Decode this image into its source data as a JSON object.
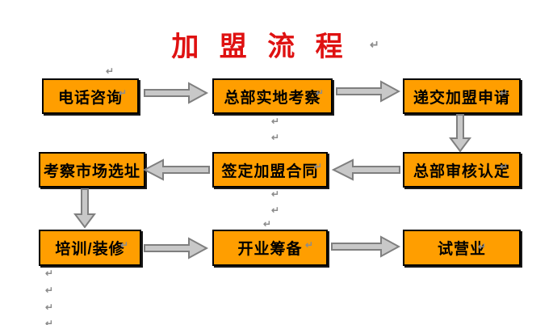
{
  "title": {
    "text": "加 盟 流 程"
  },
  "colors": {
    "background": "#ffffff",
    "title": "#df1111",
    "box_fill": "#ff9e00",
    "box_border": "#000000",
    "box_text": "#000000",
    "arrow_fill": "#c8c8c8",
    "arrow_border": "#7f7f7f",
    "mark": "#8c8c8c"
  },
  "icons": {
    "paragraph_mark": "↵"
  },
  "steps": [
    {
      "id": 1,
      "label": "电话咨询"
    },
    {
      "id": 2,
      "label": "总部实地考察"
    },
    {
      "id": 3,
      "label": "递交加盟申请"
    },
    {
      "id": 4,
      "label": "总部审核认定"
    },
    {
      "id": 5,
      "label": "签定加盟合同"
    },
    {
      "id": 6,
      "label": "考察市场选址"
    },
    {
      "id": 7,
      "label": "培训/装修"
    },
    {
      "id": 8,
      "label": "开业筹备"
    },
    {
      "id": 9,
      "label": "试营业"
    }
  ],
  "connections": [
    {
      "from": "电话咨询",
      "to": "总部实地考察",
      "direction": "right"
    },
    {
      "from": "总部实地考察",
      "to": "递交加盟申请",
      "direction": "right"
    },
    {
      "from": "递交加盟申请",
      "to": "总部审核认定",
      "direction": "down"
    },
    {
      "from": "总部审核认定",
      "to": "签定加盟合同",
      "direction": "left"
    },
    {
      "from": "签定加盟合同",
      "to": "考察市场选址",
      "direction": "left"
    },
    {
      "from": "考察市场选址",
      "to": "培训/装修",
      "direction": "down"
    },
    {
      "from": "培训/装修",
      "to": "开业筹备",
      "direction": "right"
    },
    {
      "from": "开业筹备",
      "to": "试营业",
      "direction": "right"
    }
  ]
}
